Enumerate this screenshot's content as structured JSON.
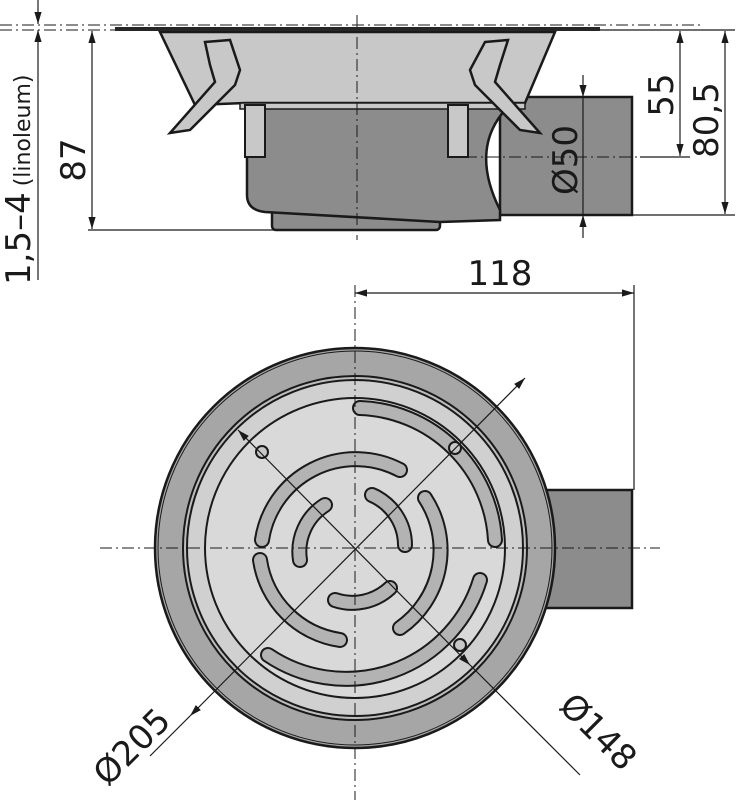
{
  "title": "Floor drain technical drawing",
  "dimensions": {
    "floor_covering": "1,5–4",
    "floor_covering_note": "(linoleum)",
    "height_total": "87",
    "outlet_center_height": "55",
    "outlet_bottom_height": "80,5",
    "outlet_diameter": "Ø50",
    "outlet_offset": "118",
    "body_diameter": "Ø205",
    "grate_diameter": "Ø148"
  },
  "colors": {
    "body": "#8c8c8c",
    "light": "#c8c8c8",
    "grate": "#d9d9d9",
    "flange": "#262626"
  }
}
